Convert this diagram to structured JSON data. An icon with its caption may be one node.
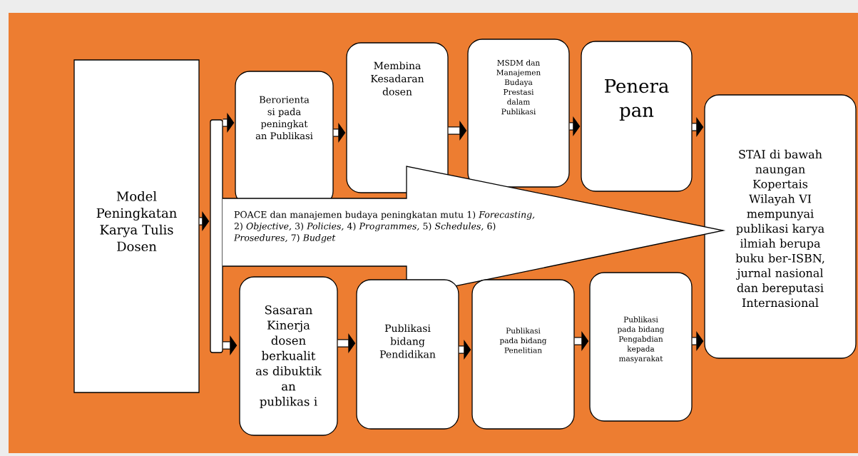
{
  "diagram": {
    "nodes": [
      {
        "text": [
          "Model Peningkatan Karya Tulis Dosen"
        ]
      },
      {
        "text": [],
        "shape": "bar"
      },
      {
        "text": [
          "Berorienta si pada peningkat an Publikasi"
        ]
      },
      {
        "text": [
          "Membina Kesadaran dosen"
        ]
      },
      {
        "text": [
          "MSDM dan Manajemen Budaya Prestasi dalam Publikasi"
        ]
      },
      {
        "text": [
          "Penera pan"
        ]
      },
      {
        "text": [
          "STAI di bawah naungan Kopertais Wilayah VI mempunyai publikasi karya ilmiah berupa buku ber-ISBN, jurnal nasional dan bereputasi Internasional"
        ]
      },
      {
        "text": [
          "POACE dan manajemen budaya peningkatan mutu 1) *Forecasting,* 2) *Objective,* 3) *Policies,* 4) *Programmes,* 5) *Schedules,* 6) *Prosedures,* 7) *Budget*"
        ]
      },
      {
        "text": [
          "Sasaran Kinerja dosen berkualit as dibuktik an publikas i"
        ]
      },
      {
        "text": [
          "Publikasi bidang Pendidikan"
        ]
      },
      {
        "text": [
          "Publikasi pada bidang Penelitian"
        ]
      },
      {
        "text": [
          "Publikasi pada bidang Pengabdian kepada masyarakat"
        ]
      }
    ],
    "edges": [
      {
        "from": 0,
        "to": 1,
        "arrow": "to"
      },
      {
        "from": 1,
        "to": 2,
        "arrow": "to"
      },
      {
        "from": 2,
        "to": 3,
        "arrow": "to"
      },
      {
        "from": 3,
        "to": 4,
        "arrow": "to"
      },
      {
        "from": 4,
        "to": 5,
        "arrow": "to"
      },
      {
        "from": 5,
        "to": 6,
        "arrow": "to"
      },
      {
        "from": 1,
        "to": 8,
        "arrow": "to"
      },
      {
        "from": 8,
        "to": 9,
        "arrow": "to"
      },
      {
        "from": 9,
        "to": 10,
        "arrow": "to"
      },
      {
        "from": 10,
        "to": 11,
        "arrow": "to"
      },
      {
        "from": 11,
        "to": 6,
        "arrow": "to"
      }
    ]
  }
}
